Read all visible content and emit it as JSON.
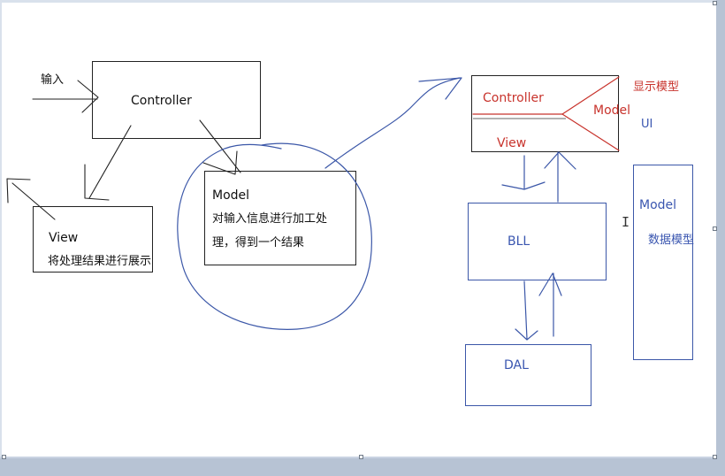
{
  "left_diagram": {
    "input_label": "输入",
    "controller": "Controller",
    "view_title": "View",
    "view_desc": "将处理结果进行展示",
    "model_title": "Model",
    "model_desc_line1": "对输入信息进行加工处",
    "model_desc_line2": "理，得到一个结果"
  },
  "right_diagram": {
    "ui_box": {
      "controller": "Controller",
      "model": "Model",
      "view": "View",
      "display_model": "显示模型",
      "ui_label": "UI"
    },
    "bll": "BLL",
    "dal": "DAL",
    "data_model": {
      "title": "Model",
      "subtitle": "数据模型"
    }
  },
  "colors": {
    "ink_blue": "#3b57a8",
    "label_red": "#c8332c",
    "box_black": "#222222",
    "background": "#ffffff"
  },
  "cursor_icon": "text-cursor-icon"
}
